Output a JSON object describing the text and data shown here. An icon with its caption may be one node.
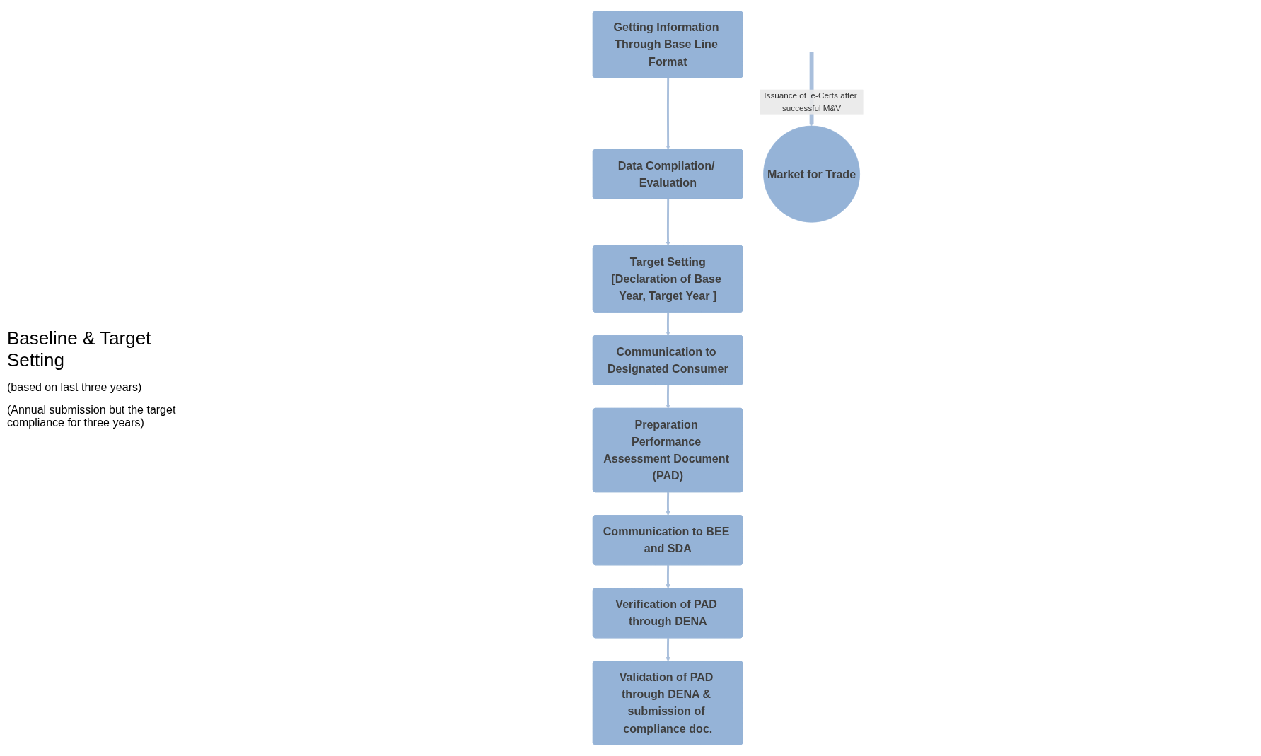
{
  "diagram": {
    "nodes": [
      {
        "text": [
          "Getting Information Through Base Line Format"
        ]
      },
      {
        "text": [
          "Data Compilation/ Evaluation"
        ]
      },
      {
        "text": [
          "Target Setting",
          "[Declaration of Base Year, Target Year ]"
        ]
      },
      {
        "text": [
          "Communication to Designated Consumer"
        ]
      },
      {
        "text": [
          "Preparation Performance Assessment Document (PAD)"
        ]
      },
      {
        "text": [
          "Communication to BEE and SDA"
        ]
      },
      {
        "text": [
          "Verification of PAD through DENA"
        ]
      },
      {
        "text": [
          "Validation of PAD through DENA & submission of compliance doc."
        ]
      },
      {
        "text": [
          "Market for Trade"
        ]
      }
    ],
    "edges": [
      {
        "from": 0,
        "to": 1,
        "arrow": "to"
      },
      {
        "from": 1,
        "to": 2,
        "arrow": "to"
      },
      {
        "from": 2,
        "to": 3,
        "arrow": "to"
      },
      {
        "from": 3,
        "to": 4,
        "arrow": "to"
      },
      {
        "from": 4,
        "to": 5,
        "arrow": "to"
      },
      {
        "from": 5,
        "to": 6,
        "arrow": "to"
      },
      {
        "from": 6,
        "to": 7,
        "arrow": "to"
      },
      {
        "from": null,
        "to": 8,
        "arrow": "to",
        "label": "Issuance of  e-Certs after successful M&V",
        "style": "thick"
      }
    ],
    "labels": [
      "Baseline & Target Setting",
      "(based on last three years)",
      "(Annual submission but the target compliance for three years)"
    ]
  }
}
